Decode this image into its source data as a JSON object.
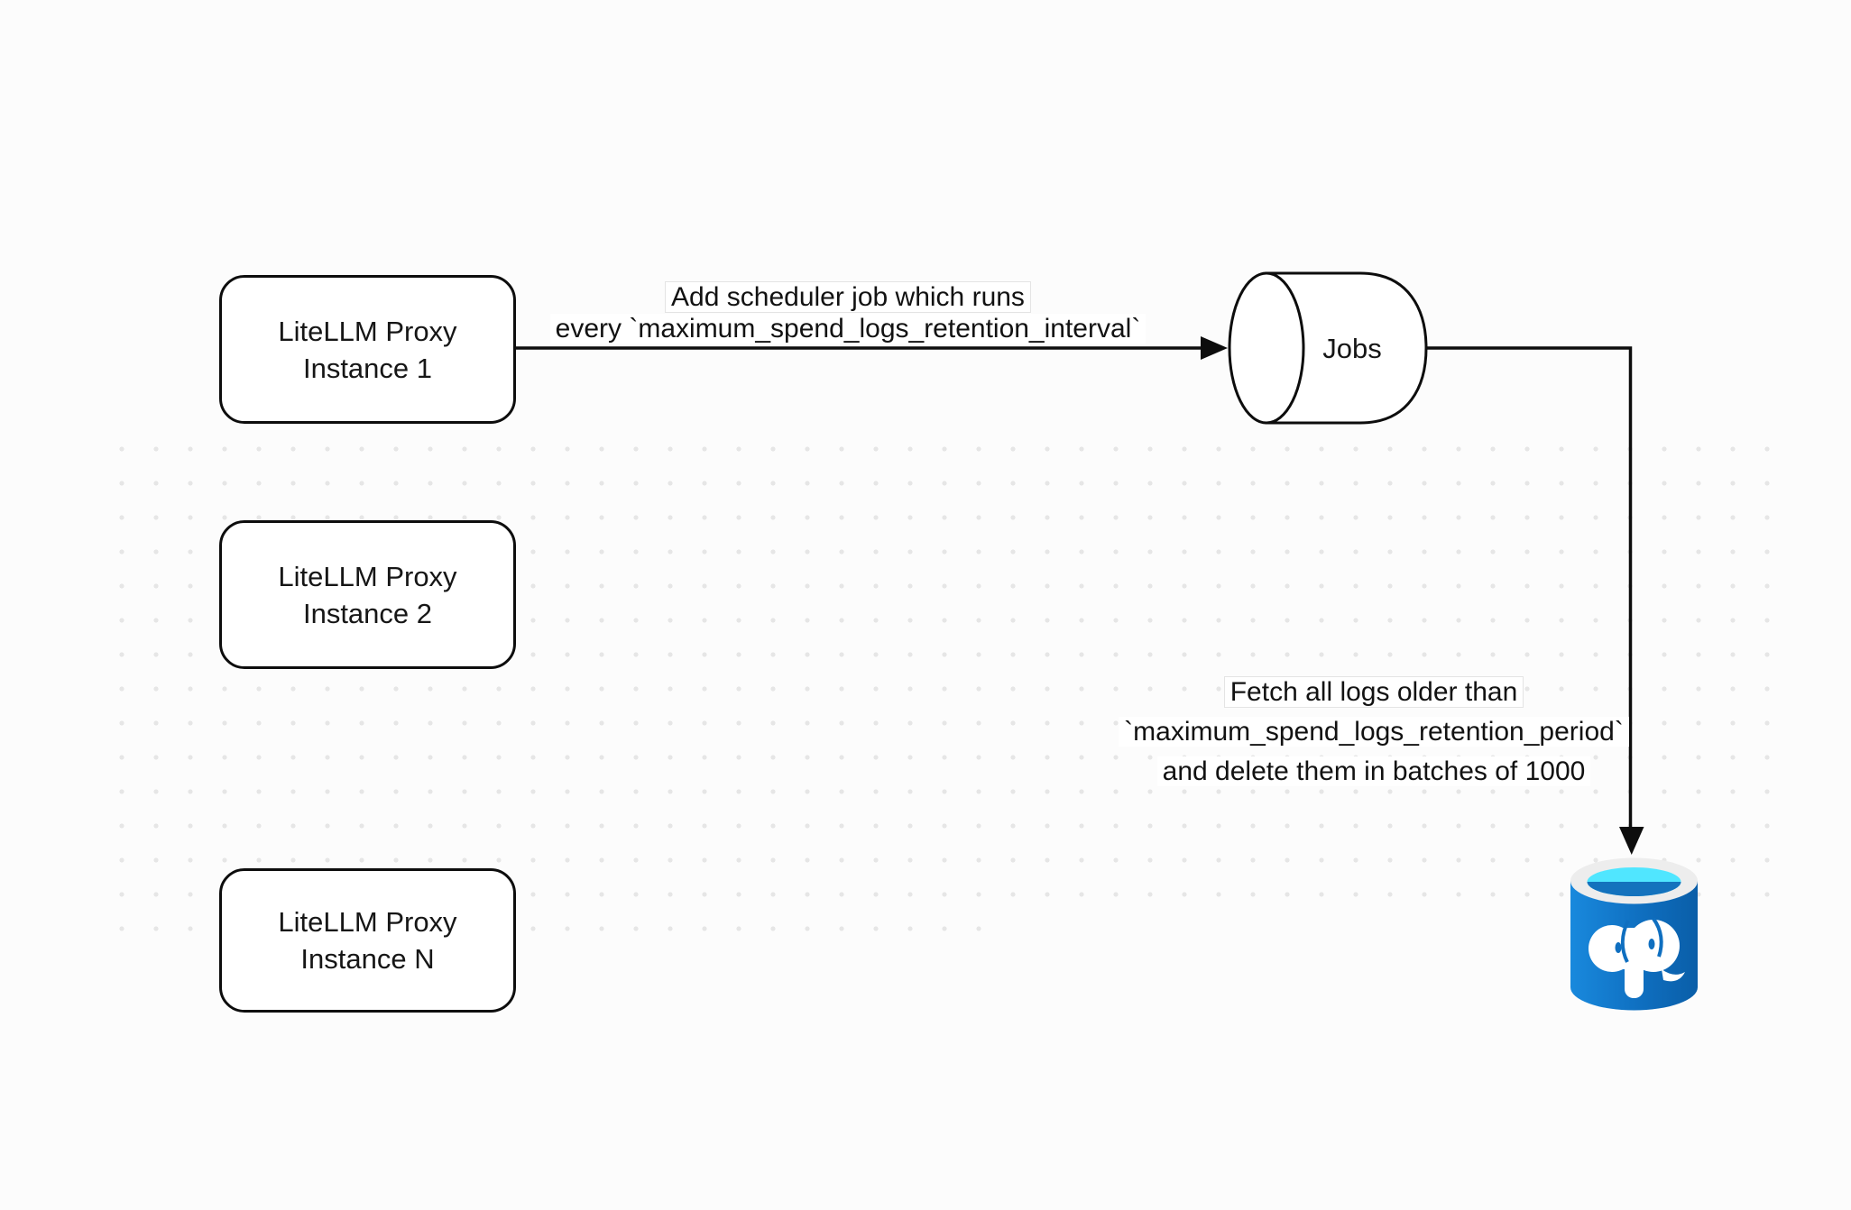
{
  "nodes": {
    "instance1": {
      "lines": [
        "LiteLLM Proxy",
        "Instance 1"
      ]
    },
    "instance2": {
      "lines": [
        "LiteLLM Proxy",
        "Instance 2"
      ]
    },
    "instanceN": {
      "lines": [
        "LiteLLM Proxy",
        "Instance N"
      ]
    },
    "jobs": {
      "label": "Jobs"
    },
    "postgres": {
      "icon": "postgresql-database-icon"
    }
  },
  "edges": {
    "scheduler": {
      "lines": [
        "Add scheduler job which runs",
        "every `maximum_spend_logs_retention_interval`"
      ]
    },
    "cleanup": {
      "lines": [
        "Fetch all logs older than",
        "`maximum_spend_logs_retention_period`",
        "and delete them in batches of 1000"
      ]
    }
  },
  "colors": {
    "stroke": "#0d0d0d",
    "canvas_background": "#fcfcfc",
    "grid_dot": "#e6e6e6",
    "node_fill": "#ffffff",
    "pg_body_light": "#1989dd",
    "pg_body_dark": "#0a5ea8",
    "pg_rim": "#ededed",
    "pg_opening_cyan": "#50e6ff",
    "pg_opening_dark": "#1472bd",
    "pg_elephant": "#ffffff"
  }
}
